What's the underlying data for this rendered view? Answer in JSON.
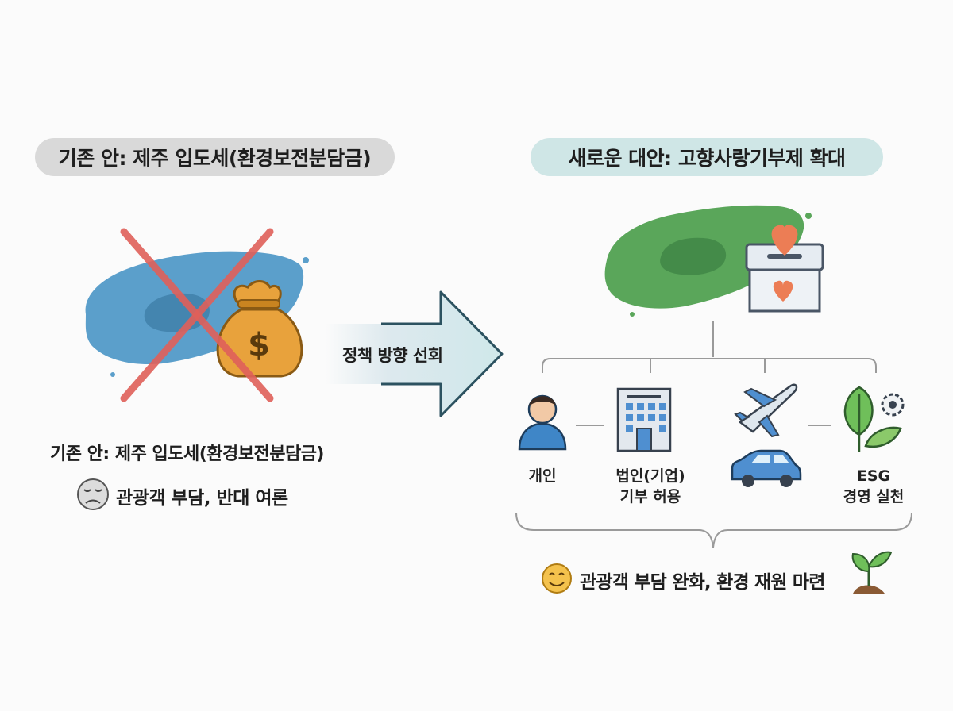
{
  "old_plan": {
    "title": "기존 안: 제주 입도세(환경보전분담금)",
    "caption": "기존 안: 제주 입도세(환경보전분담금)",
    "outcome": "관광객 부담, 반대 여론",
    "icons": [
      "jeju-island-map-icon",
      "money-bag-icon",
      "red-x-icon",
      "sad-face-icon"
    ]
  },
  "arrow": {
    "label": "정책 방향 선회"
  },
  "new_plan": {
    "title": "새로운 대안: 고향사랑기부제 확대",
    "icons": [
      "jeju-island-map-icon",
      "donation-box-icon",
      "heart-icon"
    ],
    "branches": [
      {
        "label_1": "개인",
        "label_2": "",
        "icon": "person-icon"
      },
      {
        "label_1": "법인(기업)",
        "label_2": "기부 허용",
        "icon": "office-building-icon"
      },
      {
        "label_1": "",
        "label_2": "",
        "icon": "airplane-and-car-icon"
      },
      {
        "label_1": "ESG",
        "label_2": "경영 실천",
        "icon": "leaf-gear-icon"
      }
    ],
    "outcome": "관광객 부담 완화, 환경 재원 마련",
    "outcome_icons": [
      "smile-face-icon",
      "sprout-icon"
    ]
  },
  "colors": {
    "old_pill": "#d9d9d9",
    "new_pill": "#cfe6e6",
    "old_island": "#5b9fcb",
    "new_island": "#5aa65a",
    "cross": "#e0605a",
    "money_bag": "#e8a23c",
    "arrow_fill": "#d7ecec",
    "arrow_stroke": "#2c5260",
    "heart": "#ec7d55",
    "connector": "#9a9a9a"
  }
}
